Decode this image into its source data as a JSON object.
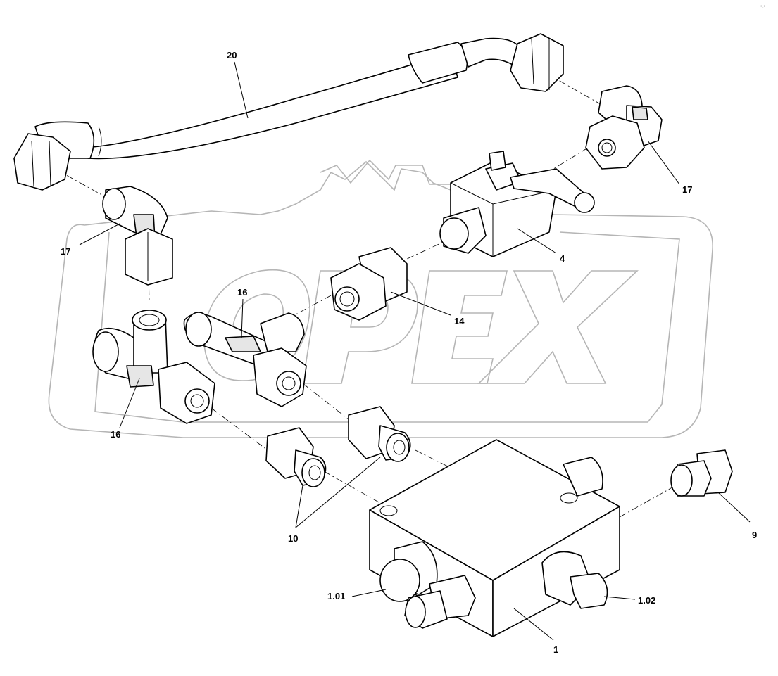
{
  "watermark": {
    "text": "OPEX"
  },
  "corner_mark": "°-°",
  "callouts": {
    "c20": "20",
    "c17a": "17",
    "c17b": "17",
    "c4": "4",
    "c14": "14",
    "c16a": "16",
    "c16b": "16",
    "c10": "10",
    "c9": "9",
    "c101": "1.01",
    "c102": "1.02",
    "c1": "1"
  }
}
